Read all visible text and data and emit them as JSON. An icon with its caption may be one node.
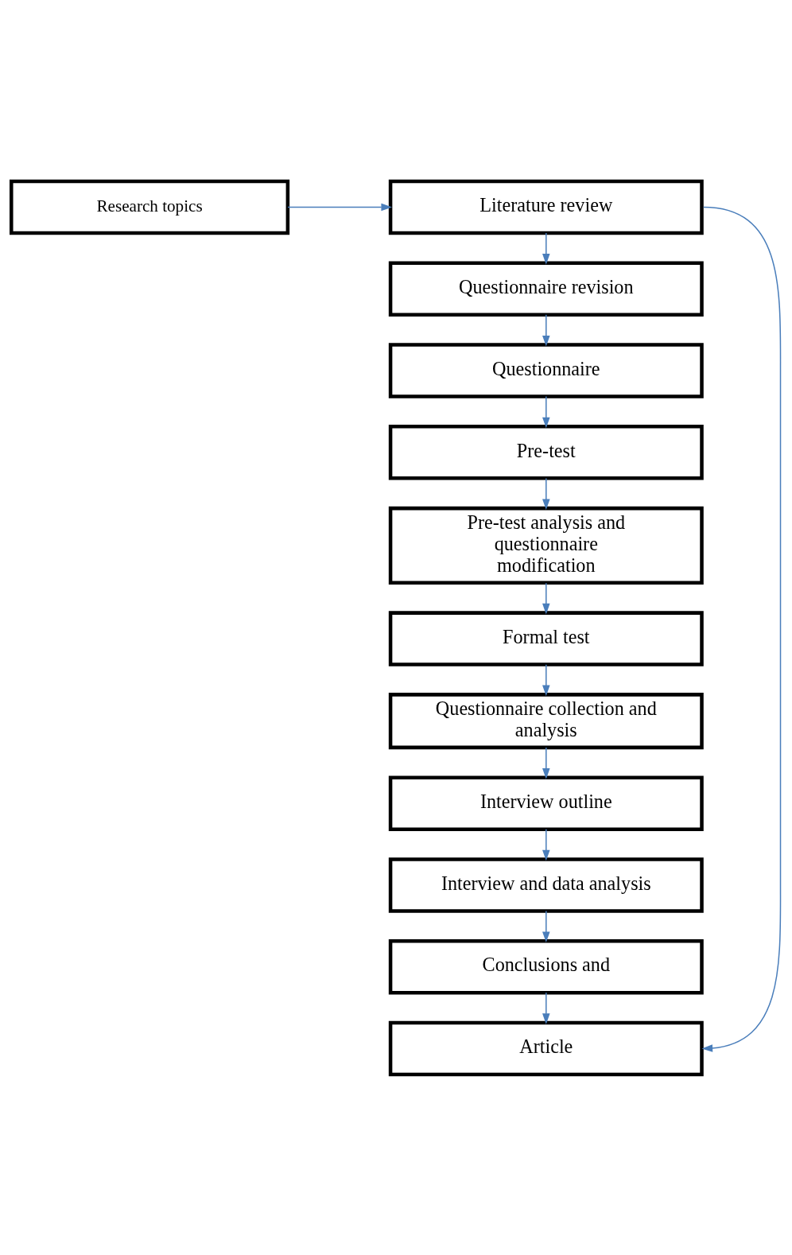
{
  "diagram": {
    "nodes": [
      {
        "text": [
          "Research topics"
        ]
      },
      {
        "text": [
          "Literature review"
        ]
      },
      {
        "text": [
          "Questionnaire revision"
        ]
      },
      {
        "text": [
          "Questionnaire"
        ]
      },
      {
        "text": [
          "Pre-test"
        ]
      },
      {
        "text": [
          "Pre-test analysis and questionnaire modification"
        ]
      },
      {
        "text": [
          "Formal test"
        ]
      },
      {
        "text": [
          "Questionnaire collection and analysis"
        ]
      },
      {
        "text": [
          "Interview outline"
        ]
      },
      {
        "text": [
          "Interview and data analysis"
        ]
      },
      {
        "text": [
          "Conclusions and"
        ]
      },
      {
        "text": [
          "Article"
        ]
      }
    ],
    "edges": [
      {
        "from": 0,
        "to": 1,
        "arrow": "to"
      },
      {
        "from": 1,
        "to": 2,
        "arrow": "to"
      },
      {
        "from": 2,
        "to": 3,
        "arrow": "to"
      },
      {
        "from": 3,
        "to": 4,
        "arrow": "to"
      },
      {
        "from": 4,
        "to": 5,
        "arrow": "to"
      },
      {
        "from": 5,
        "to": 6,
        "arrow": "to"
      },
      {
        "from": 6,
        "to": 7,
        "arrow": "to"
      },
      {
        "from": 7,
        "to": 8,
        "arrow": "to"
      },
      {
        "from": 8,
        "to": 9,
        "arrow": "to"
      },
      {
        "from": 9,
        "to": 10,
        "arrow": "to"
      },
      {
        "from": 10,
        "to": 11,
        "arrow": "to"
      },
      {
        "from": 1,
        "to": 11,
        "arrow": "to"
      }
    ]
  }
}
